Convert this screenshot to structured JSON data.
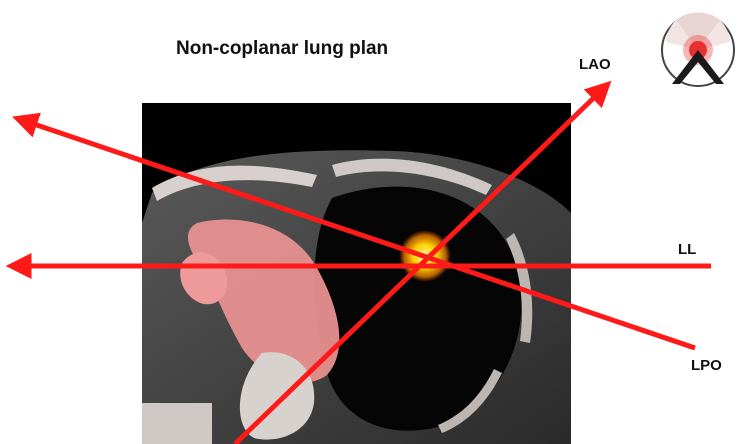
{
  "title": "Non-coplanar lung plan",
  "beams": [
    {
      "label": "LAO"
    },
    {
      "label": "LL"
    },
    {
      "label": "LPO"
    }
  ],
  "colors": {
    "beam": "#ff1a1a",
    "tumor_glow": "#ffd400",
    "dose_wash": "#f07878",
    "background": "#ffffff"
  },
  "icons": {
    "logo": "radiation-beam-logo-icon"
  }
}
